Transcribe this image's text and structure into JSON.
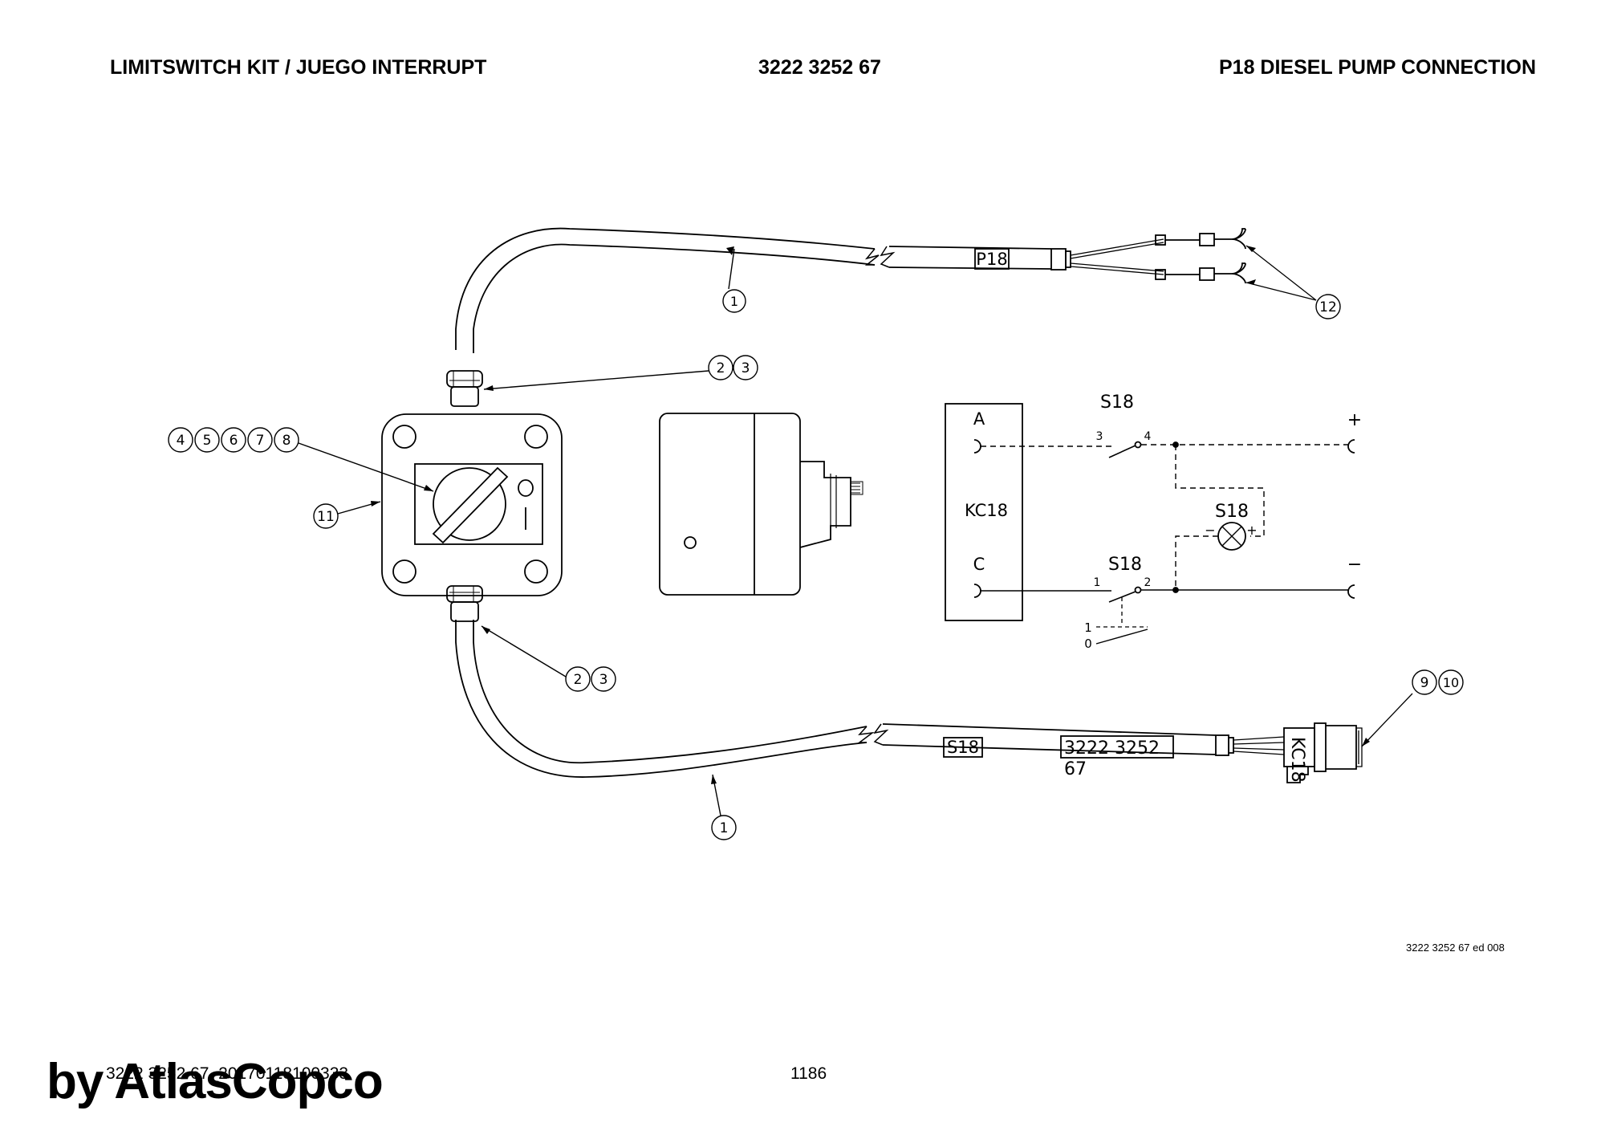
{
  "header": {
    "left": "LIMITSWITCH KIT / JUEGO INTERRUPT",
    "center": "3222 3252 67",
    "right": "P18 DIESEL PUMP CONNECTION"
  },
  "callouts": {
    "c1_top": "1",
    "c1_bottom": "1",
    "c2": "2",
    "c3": "3",
    "c2b": "2",
    "c3b": "3",
    "c4": "4",
    "c5": "5",
    "c6": "6",
    "c7": "7",
    "c8": "8",
    "c9": "9",
    "c10": "10",
    "c11": "11",
    "c12": "12"
  },
  "labels": {
    "cable_tag_top": "P18",
    "cable_tag_bottom": "S18",
    "cable_part_line1": "3222 3252",
    "cable_part_line2": "67",
    "connector_tag": "KC18",
    "switch_dial_zero": "0",
    "switch_dial_one": "I"
  },
  "schematic": {
    "block_label": "KC18",
    "pin_a": "A",
    "pin_c": "C",
    "switch_top": "S18",
    "switch_bottom": "S18",
    "lamp": "S18",
    "terminal_3": "3",
    "terminal_4": "4",
    "terminal_1": "1",
    "terminal_2": "2",
    "lamp_minus": "−",
    "lamp_plus": "+",
    "supply_plus": "+",
    "supply_minus": "−",
    "pos_1": "1",
    "pos_0": "0"
  },
  "footer": {
    "ref": "3222 3252 67 ed 008",
    "doc_id": "3222 3252 67_20170118100333",
    "page": "1186",
    "watermark": "by AtlasCopco"
  }
}
